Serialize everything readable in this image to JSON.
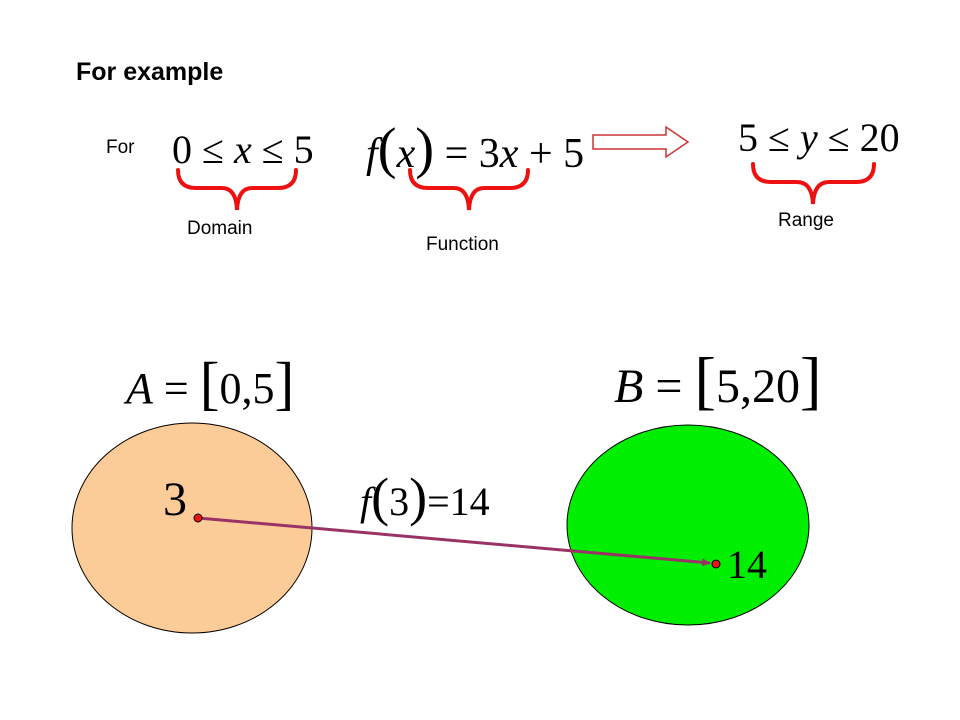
{
  "title": "For example",
  "intro_word": "For",
  "domain": {
    "inequality": {
      "left": "0",
      "op1": "≤",
      "var": "x",
      "op2": "≤",
      "right": "5"
    },
    "label": "Domain"
  },
  "function": {
    "name": "f",
    "open": "(",
    "var": "x",
    "close": ")",
    "eq": "=",
    "coef": "3",
    "coef_var": "x",
    "plus": "+",
    "const": "5",
    "label": "Function"
  },
  "range": {
    "inequality": {
      "left": "5",
      "op1": "≤",
      "var": "y",
      "op2": "≤",
      "right": "20"
    },
    "label": "Range"
  },
  "set_a": {
    "name": "A",
    "eq": "=",
    "open": "[",
    "value": "0,5",
    "close": "]",
    "color": "#fbcb98"
  },
  "set_b": {
    "name": "B",
    "eq": "=",
    "open": "[",
    "value": "5,20",
    "close": "]",
    "color": "#00ee00"
  },
  "mapping": {
    "input": "3",
    "output": "14",
    "expr": {
      "name": "f",
      "open": "(",
      "arg": "3",
      "close": ")",
      "eq": "=",
      "result": "14"
    },
    "arrow_color": "#993366",
    "point_color": "#ee1111"
  },
  "colors": {
    "brace": "#ee1111",
    "outline_arrow_stroke": "#cc3333"
  }
}
